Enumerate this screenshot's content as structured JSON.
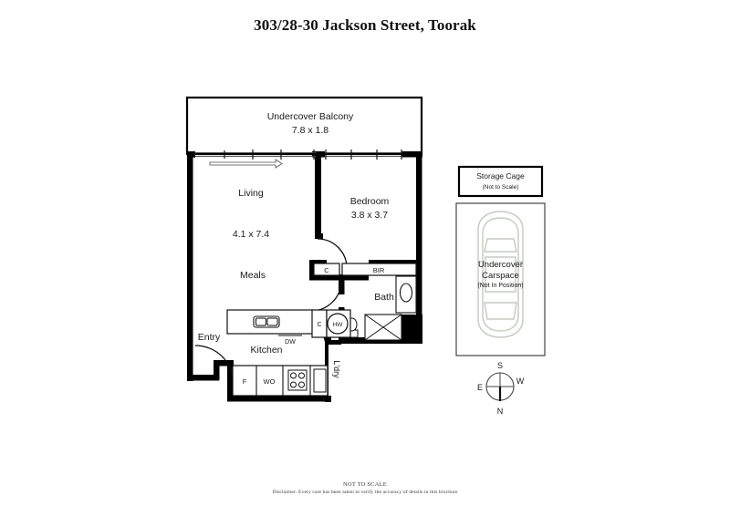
{
  "title": "303/28-30 Jackson Street, Toorak",
  "rooms": {
    "balcony": {
      "name": "Undercover Balcony",
      "dims": "7.8 x 1.8"
    },
    "living": {
      "name": "Living",
      "dims": "4.1 x 7.4"
    },
    "bedroom": {
      "name": "Bedroom",
      "dims": "3.8 x 3.7"
    },
    "meals": {
      "name": "Meals"
    },
    "kitchen": {
      "name": "Kitchen"
    },
    "bath": {
      "name": "Bath"
    },
    "entry": {
      "name": "Entry"
    },
    "laundry": {
      "name": "L'dry"
    }
  },
  "fixtures": {
    "closet_bedroom": "C",
    "bir": "BIR",
    "closet_kitchen": "C",
    "hot_water": "HW",
    "dishwasher": "DW",
    "fridge": "F",
    "wall_oven": "WO"
  },
  "storage_cage": {
    "label": "Storage Cage",
    "note": "(Not to Scale)"
  },
  "carspace": {
    "line1": "Undercover",
    "line2": "Carspace",
    "note": "(Not In Position)"
  },
  "compass": {
    "top": "S",
    "bottom": "N",
    "left": "E",
    "right": "W"
  },
  "footer": {
    "line1": "NOT TO SCALE",
    "line2": "Disclaimer: Every care has been taken to verify the accuracy of details in this brochure"
  },
  "colors": {
    "wall": "#000000",
    "text": "#1a1a1a",
    "car_outline": "#c9cfc4",
    "thin_line": "#1a1a1a",
    "background": "#ffffff"
  }
}
